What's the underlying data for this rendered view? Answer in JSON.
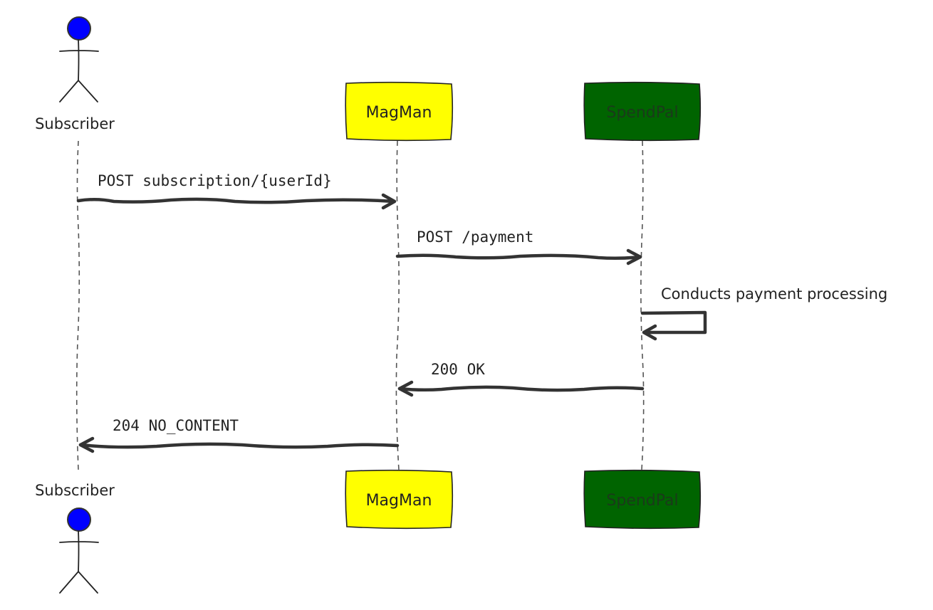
{
  "actor": {
    "name": "Subscriber",
    "head_color": "#0000ff"
  },
  "participants": [
    {
      "id": "magman",
      "name": "MagMan",
      "fill": "#ffff00",
      "text_color": "#222222"
    },
    {
      "id": "spendpal",
      "name": "SpendPal",
      "fill": "#006400",
      "text_color": "#1a3a1a"
    }
  ],
  "messages": [
    {
      "from": "Subscriber",
      "to": "MagMan",
      "label": "POST subscription/{userId}"
    },
    {
      "from": "MagMan",
      "to": "SpendPal",
      "label": "POST /payment"
    },
    {
      "from": "SpendPal",
      "to": "SpendPal",
      "label": "Conducts payment processing"
    },
    {
      "from": "SpendPal",
      "to": "MagMan",
      "label": "200 OK"
    },
    {
      "from": "MagMan",
      "to": "Subscriber",
      "label": "204 NO_CONTENT"
    }
  ]
}
